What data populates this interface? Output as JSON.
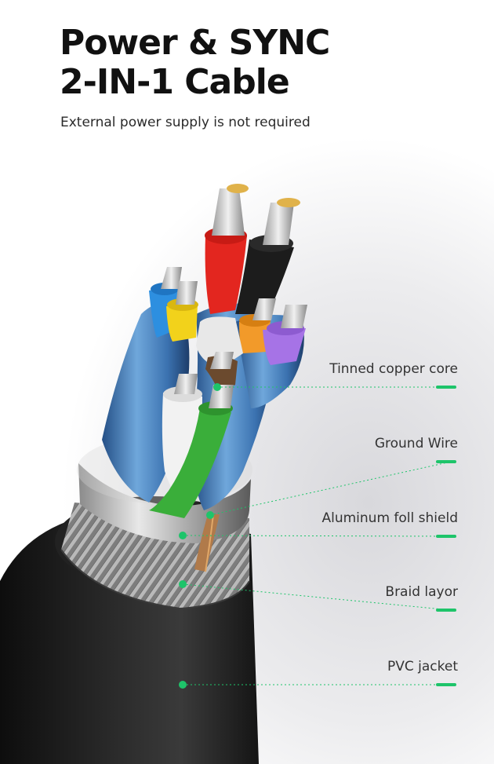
{
  "header": {
    "title_line1": "Power & SYNC",
    "title_line2": "2-IN-1 Cable",
    "subtitle": "External power supply is not required"
  },
  "callouts": [
    {
      "label": "Tinned copper core"
    },
    {
      "label": "Ground Wire"
    },
    {
      "label": "Aluminum foll shield"
    },
    {
      "label": "Braid layor"
    },
    {
      "label": "PVC jacket"
    }
  ],
  "colors": {
    "accent": "#1ec46a",
    "wire_red": "#e3261f",
    "wire_black": "#1c1c1c",
    "wire_blue": "#2d8fe0",
    "wire_yellow": "#f2d21b",
    "wire_orange": "#f29a2a",
    "wire_purple": "#a673e6",
    "wire_white": "#f2f2f2",
    "wire_green": "#3aae3a",
    "wire_brown": "#6b4a2e",
    "shield_blue": "#3d7bbf",
    "jacket": "#1a1a1a"
  }
}
